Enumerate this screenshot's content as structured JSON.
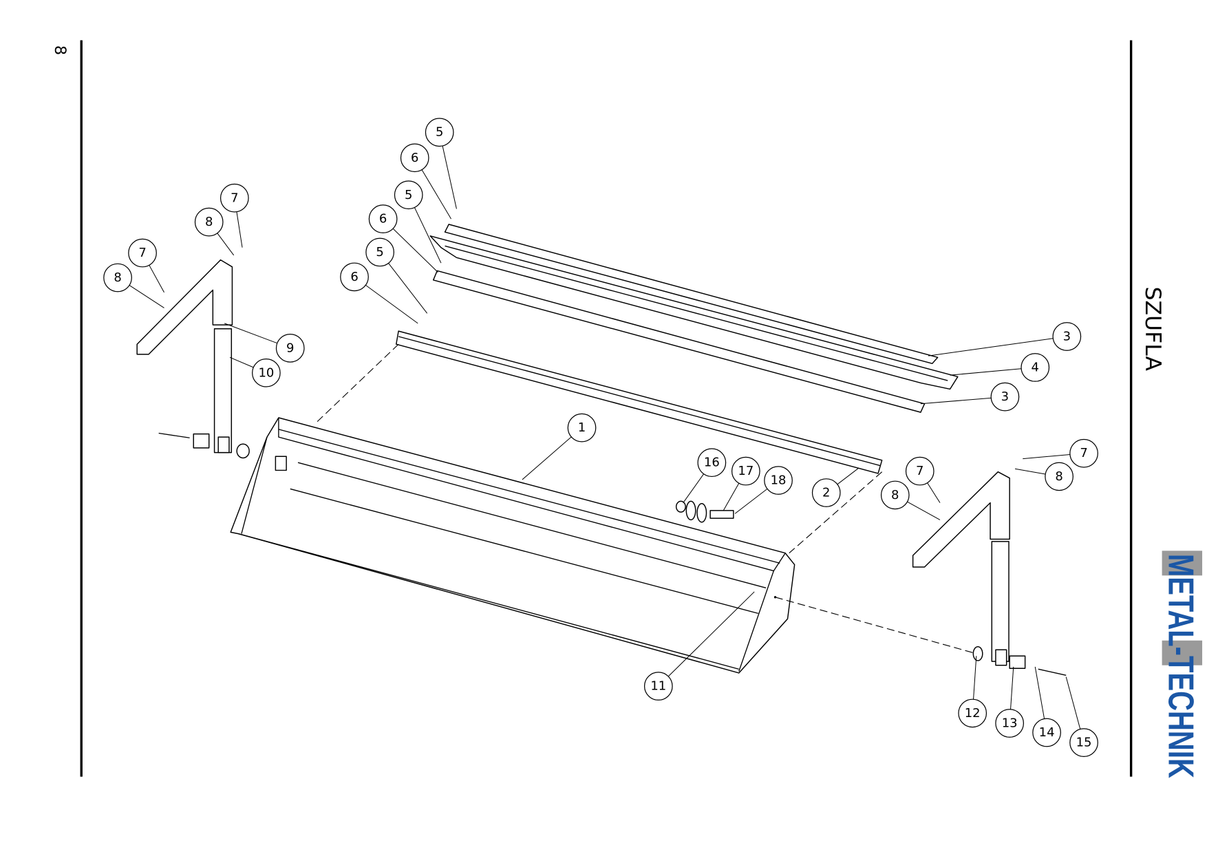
{
  "page_number": "8",
  "section_title": "SZUFLA",
  "logo": {
    "text": "METAL-TECHNIK",
    "colors": {
      "blue": "#1b57a6",
      "gray": "#9a9a9a"
    }
  },
  "callouts": [
    "5",
    "6",
    "5",
    "6",
    "5",
    "6",
    "7",
    "8",
    "7",
    "8",
    "9",
    "10",
    "1",
    "16",
    "17",
    "18",
    "2",
    "3",
    "4",
    "3",
    "7",
    "8",
    "7",
    "8",
    "11",
    "12",
    "13",
    "14",
    "15"
  ]
}
